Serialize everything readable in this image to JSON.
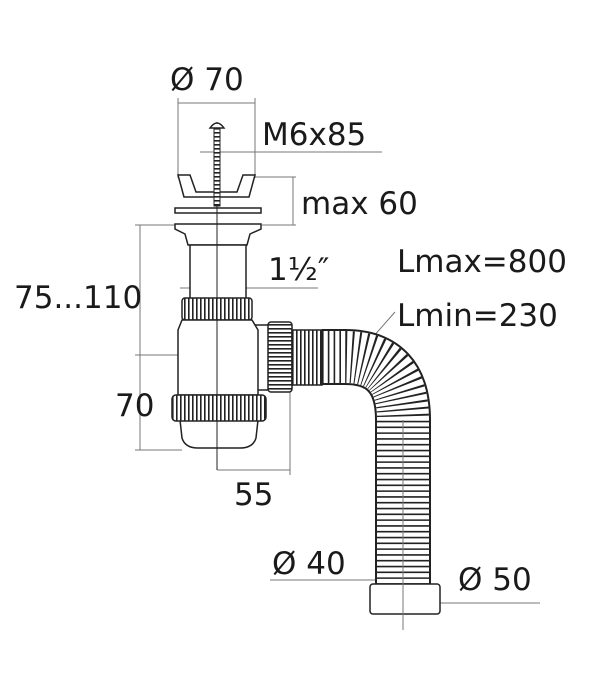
{
  "title": "Bottle siphon with flexible corrugated hose - dimension drawing",
  "labels": {
    "strainer_diameter": "Ø 70",
    "screw": "M6x85",
    "max_thickness": "max 60",
    "thread": "1½″",
    "height_range": "75...110",
    "lower_height": "70",
    "outlet_offset": "55",
    "hose_lmax": "Lmax=800",
    "hose_lmin": "Lmin=230",
    "outlet_inner": "Ø 40",
    "outlet_outer": "Ø 50"
  },
  "colors": {
    "line": "#222222",
    "dimension": "#777777"
  }
}
